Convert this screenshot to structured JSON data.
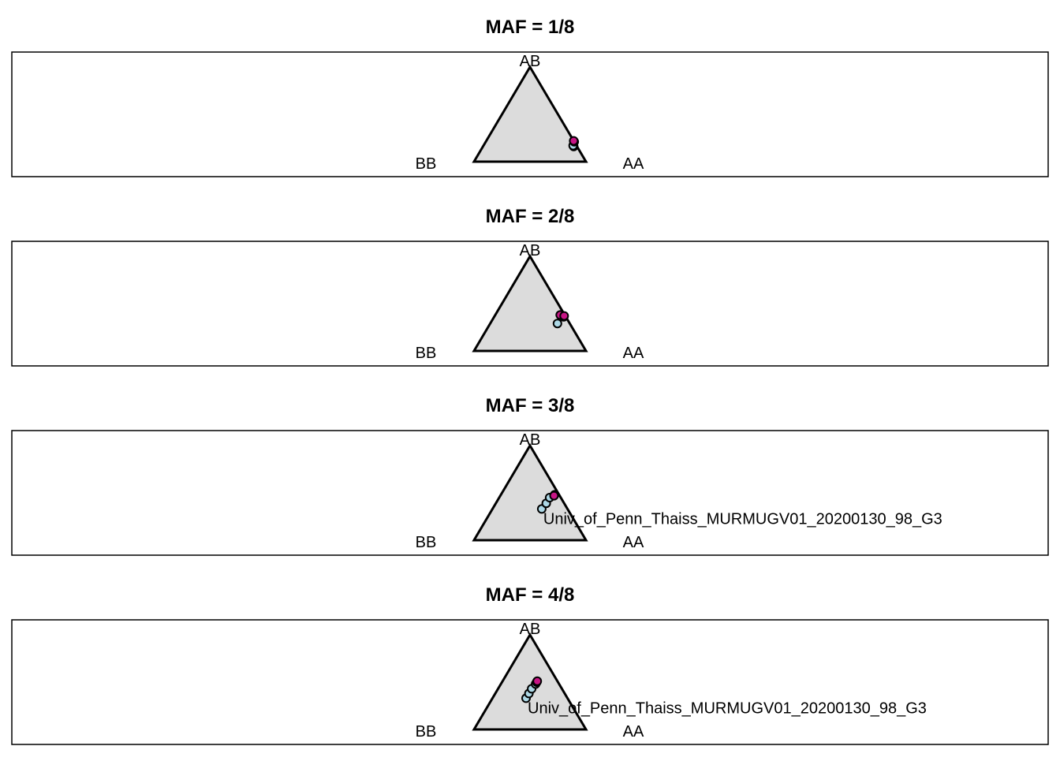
{
  "chart_data": [
    {
      "type": "scatter",
      "title": "MAF = 1/8",
      "vertex_labels": {
        "top": "AB",
        "left": "BB",
        "right": "AA"
      },
      "series": [
        {
          "color": "#ADD8E6",
          "points": [
            {
              "AA": 0.81,
              "AB": 0.16,
              "BB": 0.03
            },
            {
              "AA": 0.8,
              "AB": 0.17,
              "BB": 0.03
            }
          ]
        },
        {
          "color": "#C71585",
          "points": [
            {
              "AA": 0.79,
              "AB": 0.21,
              "BB": 0.0
            },
            {
              "AA": 0.78,
              "AB": 0.22,
              "BB": 0.0
            }
          ]
        }
      ],
      "annotations": []
    },
    {
      "type": "scatter",
      "title": "MAF = 2/8",
      "vertex_labels": {
        "top": "AB",
        "left": "BB",
        "right": "AA"
      },
      "series": [
        {
          "color": "#ADD8E6",
          "points": [
            {
              "AA": 0.6,
              "AB": 0.29,
              "BB": 0.11
            },
            {
              "AA": 0.62,
              "AB": 0.36,
              "BB": 0.02
            }
          ]
        },
        {
          "color": "#C71585",
          "points": [
            {
              "AA": 0.58,
              "AB": 0.38,
              "BB": 0.04
            },
            {
              "AA": 0.62,
              "AB": 0.37,
              "BB": 0.01
            }
          ]
        }
      ],
      "annotations": []
    },
    {
      "type": "scatter",
      "title": "MAF = 3/8",
      "vertex_labels": {
        "top": "AB",
        "left": "BB",
        "right": "AA"
      },
      "series": [
        {
          "color": "#ADD8E6",
          "points": [
            {
              "AA": 0.44,
              "AB": 0.33,
              "BB": 0.23
            },
            {
              "AA": 0.45,
              "AB": 0.39,
              "BB": 0.16
            },
            {
              "AA": 0.45,
              "AB": 0.45,
              "BB": 0.1
            }
          ]
        },
        {
          "color": "#C71585",
          "points": [
            {
              "AA": 0.48,
              "AB": 0.48,
              "BB": 0.04
            },
            {
              "AA": 0.48,
              "AB": 0.47,
              "BB": 0.05
            }
          ]
        }
      ],
      "annotations": [
        {
          "text": "Univ_of_Penn_Thaiss_MURMUGV01_20200130_98_G3",
          "anchor": {
            "AA": 0.44,
            "AB": 0.33,
            "BB": 0.23
          }
        }
      ]
    },
    {
      "type": "scatter",
      "title": "MAF = 4/8",
      "vertex_labels": {
        "top": "AB",
        "left": "BB",
        "right": "AA"
      },
      "series": [
        {
          "color": "#ADD8E6",
          "points": [
            {
              "AA": 0.3,
              "AB": 0.33,
              "BB": 0.37
            },
            {
              "AA": 0.3,
              "AB": 0.38,
              "BB": 0.32
            },
            {
              "AA": 0.3,
              "AB": 0.43,
              "BB": 0.27
            },
            {
              "AA": 0.31,
              "AB": 0.48,
              "BB": 0.21
            }
          ]
        },
        {
          "color": "#C71585",
          "points": [
            {
              "AA": 0.31,
              "AB": 0.5,
              "BB": 0.19
            },
            {
              "AA": 0.31,
              "AB": 0.51,
              "BB": 0.18
            }
          ]
        }
      ],
      "annotations": [
        {
          "text": "Univ_of_Penn_Thaiss_MURMUGV01_20200130_98_G3",
          "anchor": {
            "AA": 0.3,
            "AB": 0.33,
            "BB": 0.37
          }
        }
      ]
    }
  ]
}
